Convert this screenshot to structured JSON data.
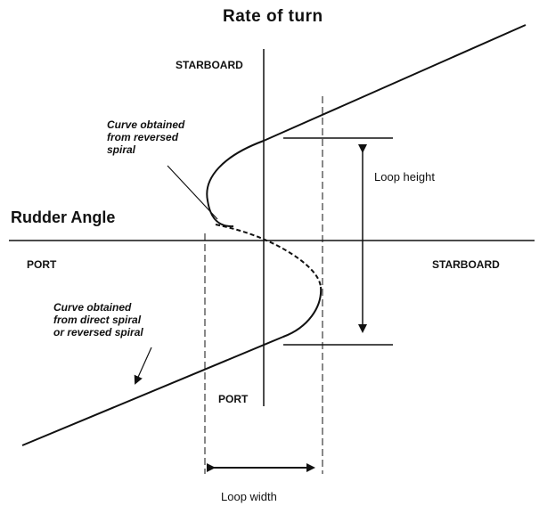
{
  "title": "Rate of turn",
  "axes": {
    "vertical_top": "STARBOARD",
    "vertical_bottom": "PORT",
    "horizontal_label": "Rudder Angle",
    "horizontal_left": "PORT",
    "horizontal_right": "STARBOARD"
  },
  "annotations": {
    "reversed_spiral": [
      "Curve obtained",
      "from reversed",
      "spiral"
    ],
    "direct_spiral": [
      "Curve obtained",
      "from direct spiral",
      "or reversed  spiral"
    ],
    "loop_height": "Loop height",
    "loop_width": "Loop width"
  }
}
